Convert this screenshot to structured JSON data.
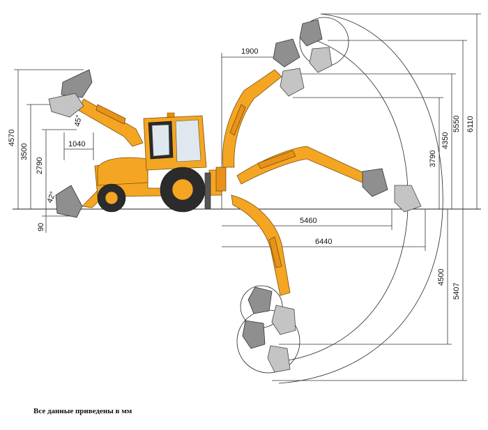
{
  "footnote": "Все данные приведены в мм",
  "front_loader": {
    "max_height": "4570",
    "dump_height": "3500",
    "dump_clearance": "2790",
    "reach": "1040",
    "dump_angle": "45°",
    "rollback_angle": "42°",
    "dig_depth": "90"
  },
  "backhoe": {
    "reach_offset": "1900",
    "height_a": "3790",
    "height_b": "4350",
    "height_c": "5550",
    "height_d": "6110",
    "reach_ground": "5460",
    "reach_pivot": "6440",
    "depth_a": "4500",
    "depth_b": "5407"
  },
  "colors": {
    "machine_yellow": "#f4a623",
    "bucket_steel": "#8f8f8f"
  }
}
